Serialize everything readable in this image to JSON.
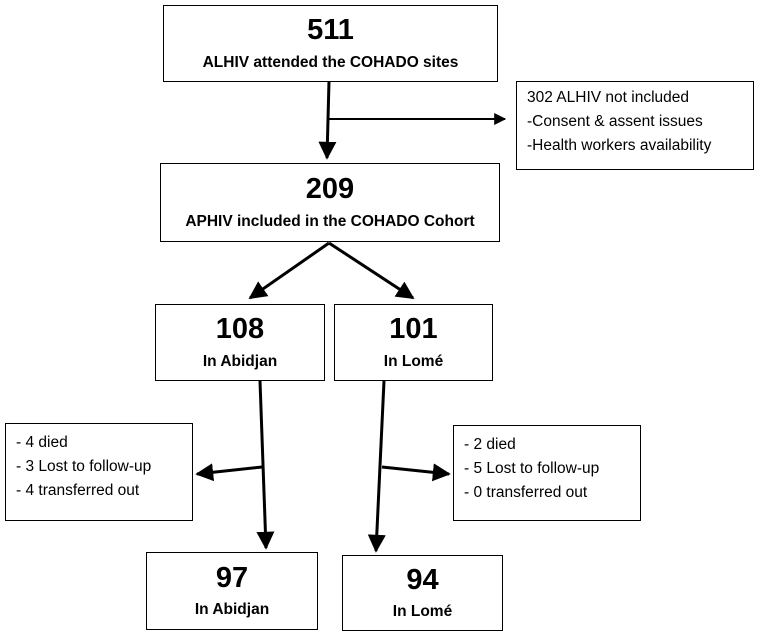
{
  "boxes": {
    "top": {
      "count": "511",
      "label": "ALHIV attended the COHADO sites"
    },
    "cohort": {
      "count": "209",
      "label": "APHIV included in the COHADO Cohort"
    },
    "abidjan_start": {
      "count": "108",
      "label": "In Abidjan"
    },
    "lome_start": {
      "count": "101",
      "label": "In Lomé"
    },
    "abidjan_end": {
      "count": "97",
      "label": "In Abidjan"
    },
    "lome_end": {
      "count": "94",
      "label": "In Lomé"
    }
  },
  "exclusion": {
    "title": "302 ALHIV not included",
    "reasons": [
      "-Consent & assent issues",
      "-Health workers availability"
    ]
  },
  "outcomes_abidjan": [
    "- 4 died",
    "- 3 Lost to follow-up",
    "- 4 transferred out"
  ],
  "outcomes_lome": [
    "- 2 died",
    "- 5 Lost to follow-up",
    "- 0 transferred out"
  ]
}
